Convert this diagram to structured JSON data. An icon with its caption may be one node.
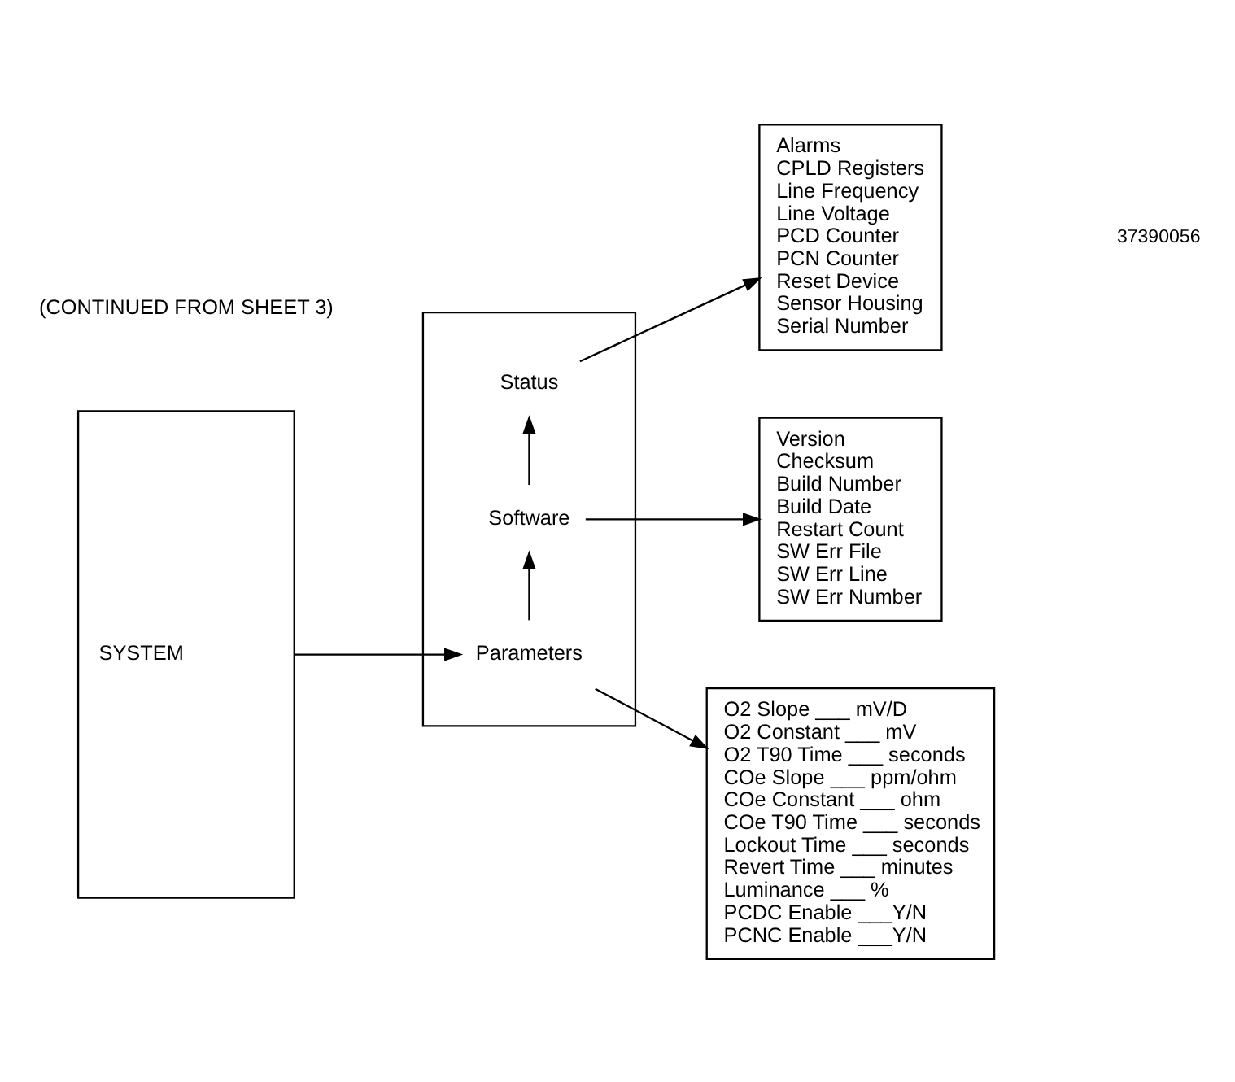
{
  "diagram": {
    "nodes": [
      {
        "text": [
          "SYSTEM"
        ]
      },
      {
        "text": [],
        "shape": "box"
      },
      {
        "text": [
          "Parameters"
        ],
        "in": 1
      },
      {
        "text": [
          "Software"
        ],
        "in": 1
      },
      {
        "text": [
          "Status"
        ],
        "in": 1
      },
      {
        "text": [
          "O2 Slope ___ mV/D",
          "O2 Constant ___ mV",
          "O2 T90 Time ___ seconds",
          "COe Slope ___ ppm/ohm",
          "COe Constant ___ ohm",
          "COe T90 Time ___ seconds",
          "Lockout Time ___ seconds",
          "Revert Time ___ minutes",
          "Luminance ___ %",
          "PCDC Enable ___Y/N",
          "PCNC Enable ___Y/N"
        ]
      },
      {
        "text": [
          "Version",
          "Checksum",
          "Build Number",
          "Build Date",
          "Restart Count",
          "SW Err File",
          "SW Err Line",
          "SW Err Number"
        ]
      },
      {
        "text": [
          "Alarms",
          "CPLD Registers",
          "Line Frequency",
          "Line Voltage",
          "PCD Counter",
          "PCN Counter",
          "Reset Device",
          "Sensor Housing",
          "Serial Number"
        ]
      }
    ],
    "edges": [
      {
        "from": 0,
        "to": 2,
        "arrow": "to"
      },
      {
        "from": 2,
        "to": 5,
        "arrow": "to"
      },
      {
        "from": 2,
        "to": 3,
        "arrow": "to"
      },
      {
        "from": 3,
        "to": 6,
        "arrow": "to"
      },
      {
        "from": 3,
        "to": 4,
        "arrow": "to"
      },
      {
        "from": 4,
        "to": 7,
        "arrow": "to"
      }
    ],
    "labels": [
      "(CONTINUED FROM SHEET 3)",
      "37390056"
    ]
  }
}
